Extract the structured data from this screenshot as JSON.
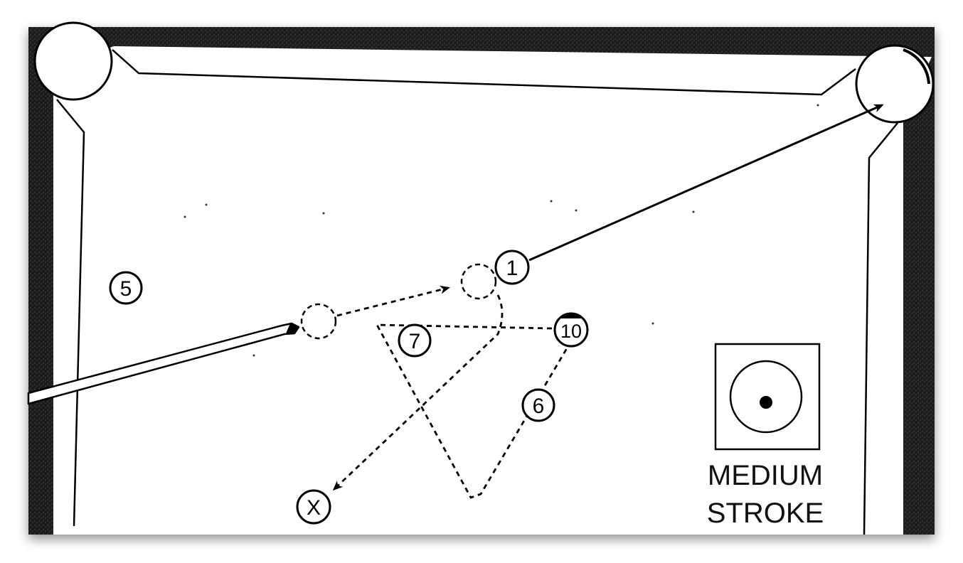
{
  "colors": {
    "rail": "#1c1c1c",
    "felt": "#ffffff",
    "ink": "#000000"
  },
  "balls": {
    "b1": "1",
    "b5": "5",
    "b6": "6",
    "b7": "7",
    "b10": "10",
    "target": "X"
  },
  "stroke_indicator": {
    "line1": "MEDIUM",
    "line2": "STROKE"
  }
}
